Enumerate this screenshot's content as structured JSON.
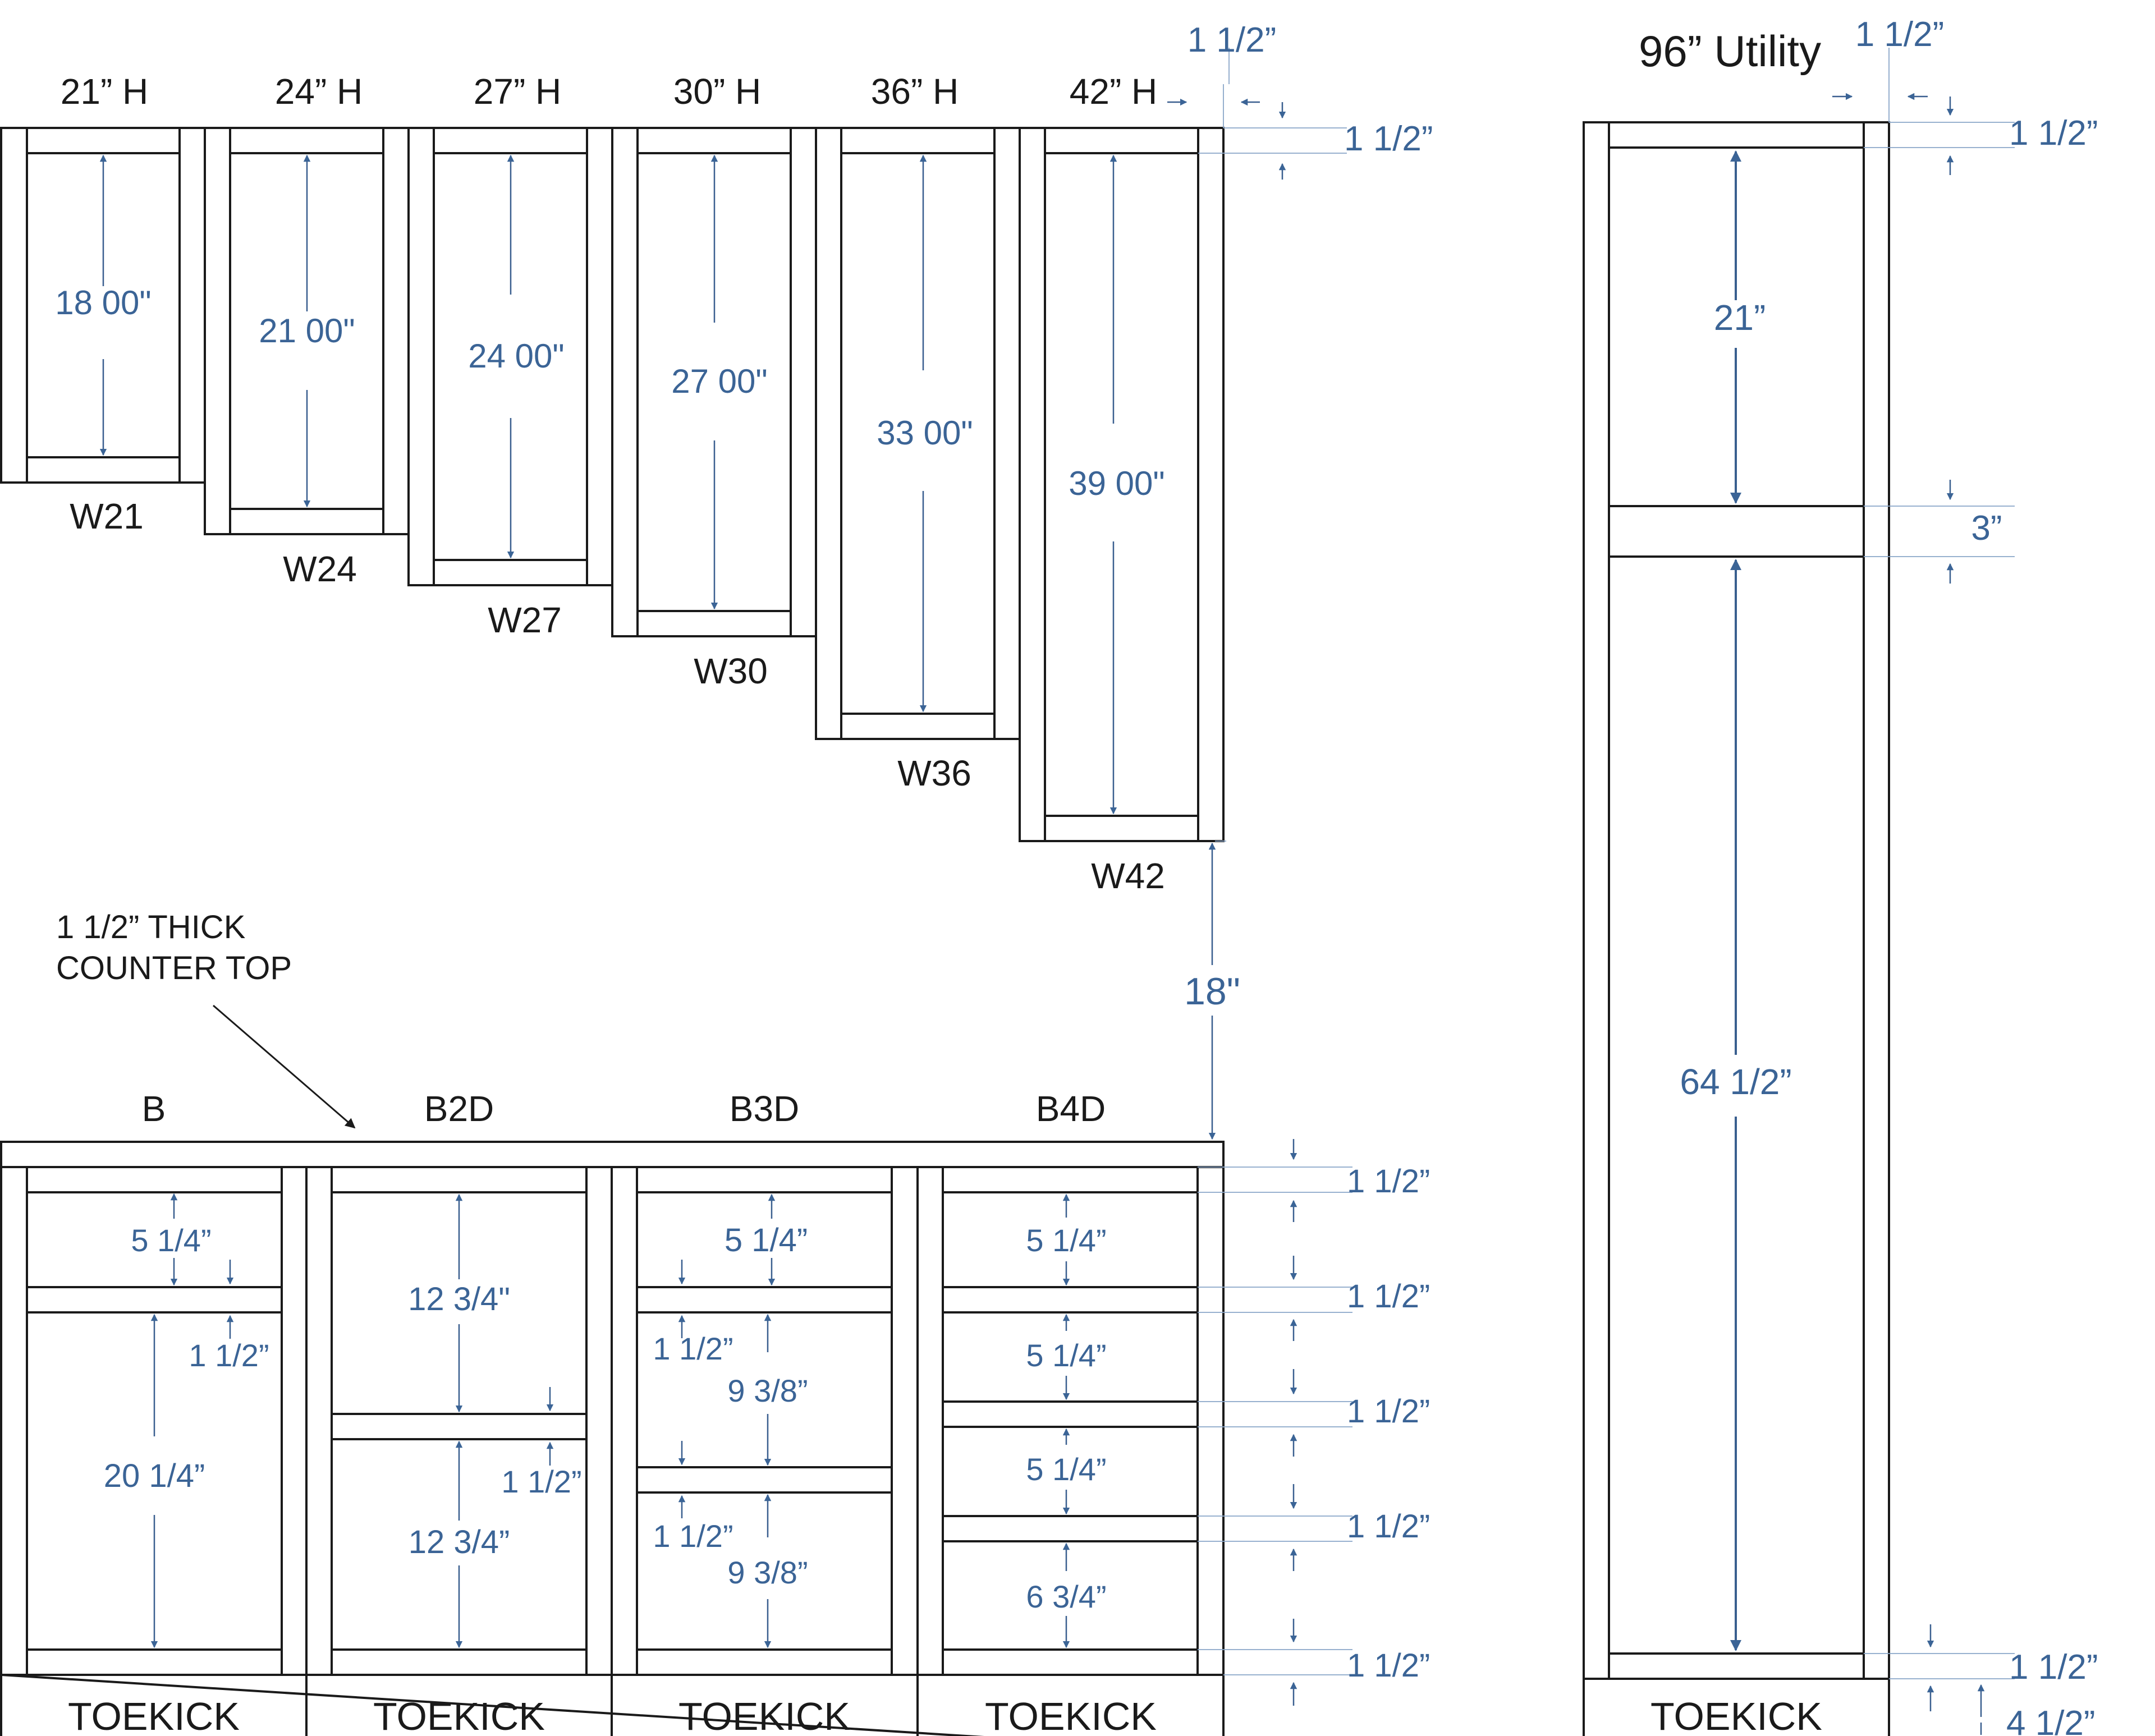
{
  "colors": {
    "line": "#1a1a1a",
    "dimension": "#3b6496"
  },
  "wall": {
    "heights": [
      "21” H",
      "24” H",
      "27” H",
      "30” H",
      "36” H",
      "42” H"
    ],
    "names": [
      "W21",
      "W24",
      "W27",
      "W30",
      "W36",
      "W42"
    ],
    "openings": [
      "18 00\"",
      "21 00\"",
      "24 00\"",
      "27 00\"",
      "33 00\"",
      "39 00\""
    ],
    "rail_top": "1 1/2”",
    "rail_side": "1 1/2”",
    "gap": "18\""
  },
  "counter": {
    "line1": "1 1/2” THICK",
    "line2": "COUNTER TOP"
  },
  "base": {
    "names": [
      "B",
      "B2D",
      "B3D",
      "B4D"
    ],
    "toekick": "TOEKICK",
    "b": {
      "top": "5 1/4”",
      "rail": "1 1/2”",
      "bottom": "20 1/4”"
    },
    "b2d": {
      "top": "12 3/4\"",
      "rail": "1 1/2”",
      "bottom": "12 3/4”"
    },
    "b3d": {
      "top": "5 1/4”",
      "rail1": "1 1/2”",
      "mid": "9 3/8”",
      "rail2": "1 1/2”",
      "bottom": "9 3/8”"
    },
    "b4d": {
      "d1": "5 1/4”",
      "d2": "5 1/4”",
      "d3": "5 1/4”",
      "d4": "6 3/4”"
    },
    "rails": [
      "1 1/2”",
      "1 1/2”",
      "1 1/2”",
      "1 1/2”",
      "1 1/2”"
    ]
  },
  "utility": {
    "title": "96” Utility",
    "side": "1 1/2”",
    "top_rail": "1 1/2”",
    "upper": "21”",
    "mid_rail": "3”",
    "lower": "64 1/2”",
    "bottom_rail": "1 1/2”",
    "toekick_h": "4 1/2”",
    "toekick": "TOEKICK"
  }
}
